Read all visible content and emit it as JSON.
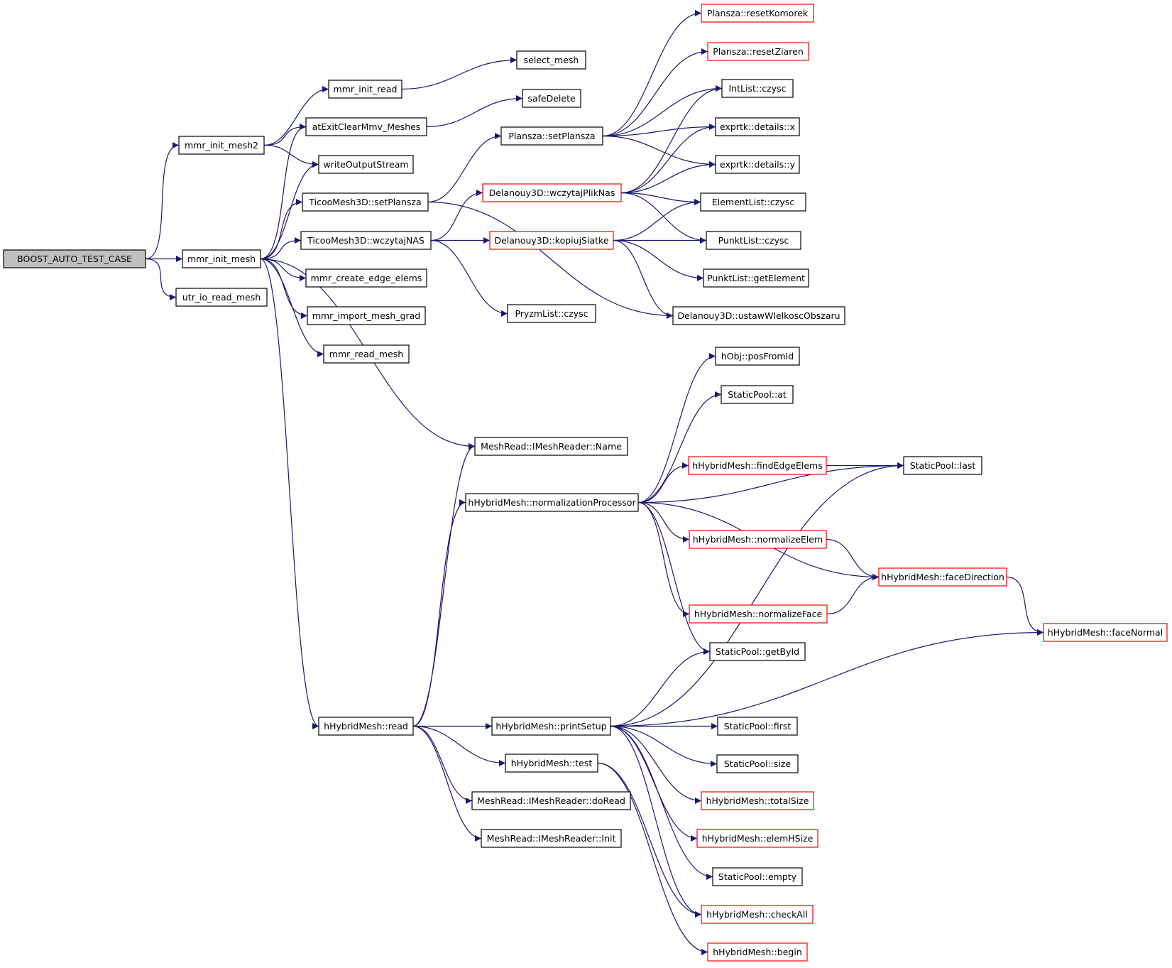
{
  "graph": {
    "colors": {
      "edge": "#191970",
      "node_border": "#000000",
      "node_border_truncated": "#ff0000",
      "root_fill": "#bfbfbf",
      "node_fill": "#ffffff"
    },
    "nodes": {
      "boost": {
        "label": "BOOST_AUTO_TEST_CASE",
        "root": true
      },
      "mmr_init_mesh2": {
        "label": "mmr_init_mesh2"
      },
      "mmr_init_mesh": {
        "label": "mmr_init_mesh"
      },
      "utr_io_read_mesh": {
        "label": "utr_io_read_mesh"
      },
      "mmr_init_read": {
        "label": "mmr_init_read"
      },
      "atExitClear": {
        "label": "atExitClearMmv_Meshes"
      },
      "writeOutputStream": {
        "label": "writeOutputStream"
      },
      "setPlansza3D": {
        "label": "TicooMesh3D::setPlansza"
      },
      "wczytajNAS": {
        "label": "TicooMesh3D::wczytajNAS"
      },
      "mmr_create_edge_elems": {
        "label": "mmr_create_edge_elems"
      },
      "mmr_import_mesh_grad": {
        "label": "mmr_import_mesh_grad"
      },
      "mmr_read_mesh": {
        "label": "mmr_read_mesh"
      },
      "select_mesh": {
        "label": "select_mesh"
      },
      "safeDelete": {
        "label": "safeDelete"
      },
      "planszaSet": {
        "label": "Plansza::setPlansza"
      },
      "wczytajPlikNas": {
        "label": "Delanouy3D::wczytajPlikNas",
        "truncated": true
      },
      "kopiujSiatke": {
        "label": "Delanouy3D::kopiujSiatke",
        "truncated": true
      },
      "pryzmCzysc": {
        "label": "PryzmList::czysc"
      },
      "resetKomorek": {
        "label": "Plansza::resetKomorek",
        "truncated": true
      },
      "resetZiaren": {
        "label": "Plansza::resetZiaren",
        "truncated": true
      },
      "intCzysc": {
        "label": "IntList::czysc"
      },
      "exprtkX": {
        "label": "exprtk::details::x"
      },
      "exprtkY": {
        "label": "exprtk::details::y"
      },
      "elementCzysc": {
        "label": "ElementList::czysc"
      },
      "punktCzysc": {
        "label": "PunktList::czysc"
      },
      "punktGetElement": {
        "label": "PunktList::getElement"
      },
      "ustaw": {
        "label": "Delanouy3D::ustawWIelkoscObszaru"
      },
      "meshName": {
        "label": "MeshRead::IMeshReader::Name"
      },
      "normProc": {
        "label": "hHybridMesh::normalizationProcessor"
      },
      "posFromId": {
        "label": "hObj::posFromId"
      },
      "poolAt": {
        "label": "StaticPool::at"
      },
      "poolLast": {
        "label": "StaticPool::last"
      },
      "findEdgeElems": {
        "label": "hHybridMesh::findEdgeElems",
        "truncated": true
      },
      "normalizeElem": {
        "label": "hHybridMesh::normalizeElem",
        "truncated": true
      },
      "faceDirection": {
        "label": "hHybridMesh::faceDirection",
        "truncated": true
      },
      "normalizeFace": {
        "label": "hHybridMesh::normalizeFace",
        "truncated": true
      },
      "faceNormal": {
        "label": "hHybridMesh::faceNormal",
        "truncated": true
      },
      "getById": {
        "label": "StaticPool::getById"
      },
      "hRead": {
        "label": "hHybridMesh::read"
      },
      "printSetup": {
        "label": "hHybridMesh::printSetup"
      },
      "hTest": {
        "label": "hHybridMesh::test"
      },
      "doRead": {
        "label": "MeshRead::IMeshReader::doRead"
      },
      "meshInit": {
        "label": "MeshRead::IMeshReader::Init"
      },
      "poolFirst": {
        "label": "StaticPool::first"
      },
      "poolSize": {
        "label": "StaticPool::size"
      },
      "totalSize": {
        "label": "hHybridMesh::totalSize",
        "truncated": true
      },
      "elemHSize": {
        "label": "hHybridMesh::elemHSize",
        "truncated": true
      },
      "poolEmpty": {
        "label": "StaticPool::empty"
      },
      "checkAll": {
        "label": "hHybridMesh::checkAll",
        "truncated": true
      },
      "hBegin": {
        "label": "hHybridMesh::begin",
        "truncated": true
      }
    },
    "edges": [
      [
        "boost",
        "mmr_init_mesh2"
      ],
      [
        "boost",
        "mmr_init_mesh"
      ],
      [
        "boost",
        "utr_io_read_mesh"
      ],
      [
        "mmr_init_mesh2",
        "mmr_init_read"
      ],
      [
        "mmr_init_mesh2",
        "atExitClear"
      ],
      [
        "mmr_init_mesh2",
        "writeOutputStream"
      ],
      [
        "mmr_init_read",
        "select_mesh"
      ],
      [
        "atExitClear",
        "safeDelete"
      ],
      [
        "mmr_init_mesh",
        "atExitClear"
      ],
      [
        "mmr_init_mesh",
        "writeOutputStream"
      ],
      [
        "mmr_init_mesh",
        "setPlansza3D"
      ],
      [
        "mmr_init_mesh",
        "wczytajNAS"
      ],
      [
        "mmr_init_mesh",
        "mmr_create_edge_elems"
      ],
      [
        "mmr_init_mesh",
        "mmr_import_mesh_grad"
      ],
      [
        "mmr_init_mesh",
        "mmr_read_mesh"
      ],
      [
        "mmr_init_mesh",
        "meshName"
      ],
      [
        "mmr_init_mesh",
        "hRead"
      ],
      [
        "setPlansza3D",
        "planszaSet"
      ],
      [
        "setPlansza3D",
        "ustaw"
      ],
      [
        "wczytajNAS",
        "wczytajPlikNas"
      ],
      [
        "wczytajNAS",
        "kopiujSiatke"
      ],
      [
        "wczytajNAS",
        "pryzmCzysc"
      ],
      [
        "planszaSet",
        "resetKomorek"
      ],
      [
        "planszaSet",
        "resetZiaren"
      ],
      [
        "planszaSet",
        "intCzysc"
      ],
      [
        "planszaSet",
        "exprtkX"
      ],
      [
        "planszaSet",
        "exprtkY"
      ],
      [
        "wczytajPlikNas",
        "intCzysc"
      ],
      [
        "wczytajPlikNas",
        "exprtkX"
      ],
      [
        "wczytajPlikNas",
        "exprtkY"
      ],
      [
        "wczytajPlikNas",
        "elementCzysc"
      ],
      [
        "wczytajPlikNas",
        "punktCzysc"
      ],
      [
        "kopiujSiatke",
        "elementCzysc"
      ],
      [
        "kopiujSiatke",
        "punktCzysc"
      ],
      [
        "kopiujSiatke",
        "punktGetElement"
      ],
      [
        "kopiujSiatke",
        "ustaw"
      ],
      [
        "hRead",
        "meshName"
      ],
      [
        "hRead",
        "normProc"
      ],
      [
        "hRead",
        "printSetup"
      ],
      [
        "hRead",
        "hTest"
      ],
      [
        "hRead",
        "doRead"
      ],
      [
        "hRead",
        "meshInit"
      ],
      [
        "normProc",
        "posFromId"
      ],
      [
        "normProc",
        "poolAt"
      ],
      [
        "normProc",
        "poolLast"
      ],
      [
        "normProc",
        "findEdgeElems"
      ],
      [
        "normProc",
        "normalizeElem"
      ],
      [
        "normProc",
        "faceDirection"
      ],
      [
        "normProc",
        "normalizeFace"
      ],
      [
        "normProc",
        "getById"
      ],
      [
        "findEdgeElems",
        "poolLast"
      ],
      [
        "normalizeElem",
        "faceDirection"
      ],
      [
        "normalizeFace",
        "faceDirection"
      ],
      [
        "faceDirection",
        "faceNormal"
      ],
      [
        "printSetup",
        "poolLast"
      ],
      [
        "printSetup",
        "getById"
      ],
      [
        "printSetup",
        "faceNormal"
      ],
      [
        "printSetup",
        "poolFirst"
      ],
      [
        "printSetup",
        "poolSize"
      ],
      [
        "printSetup",
        "totalSize"
      ],
      [
        "printSetup",
        "elemHSize"
      ],
      [
        "printSetup",
        "poolEmpty"
      ],
      [
        "printSetup",
        "checkAll"
      ],
      [
        "hTest",
        "checkAll"
      ],
      [
        "hTest",
        "hBegin"
      ]
    ]
  }
}
